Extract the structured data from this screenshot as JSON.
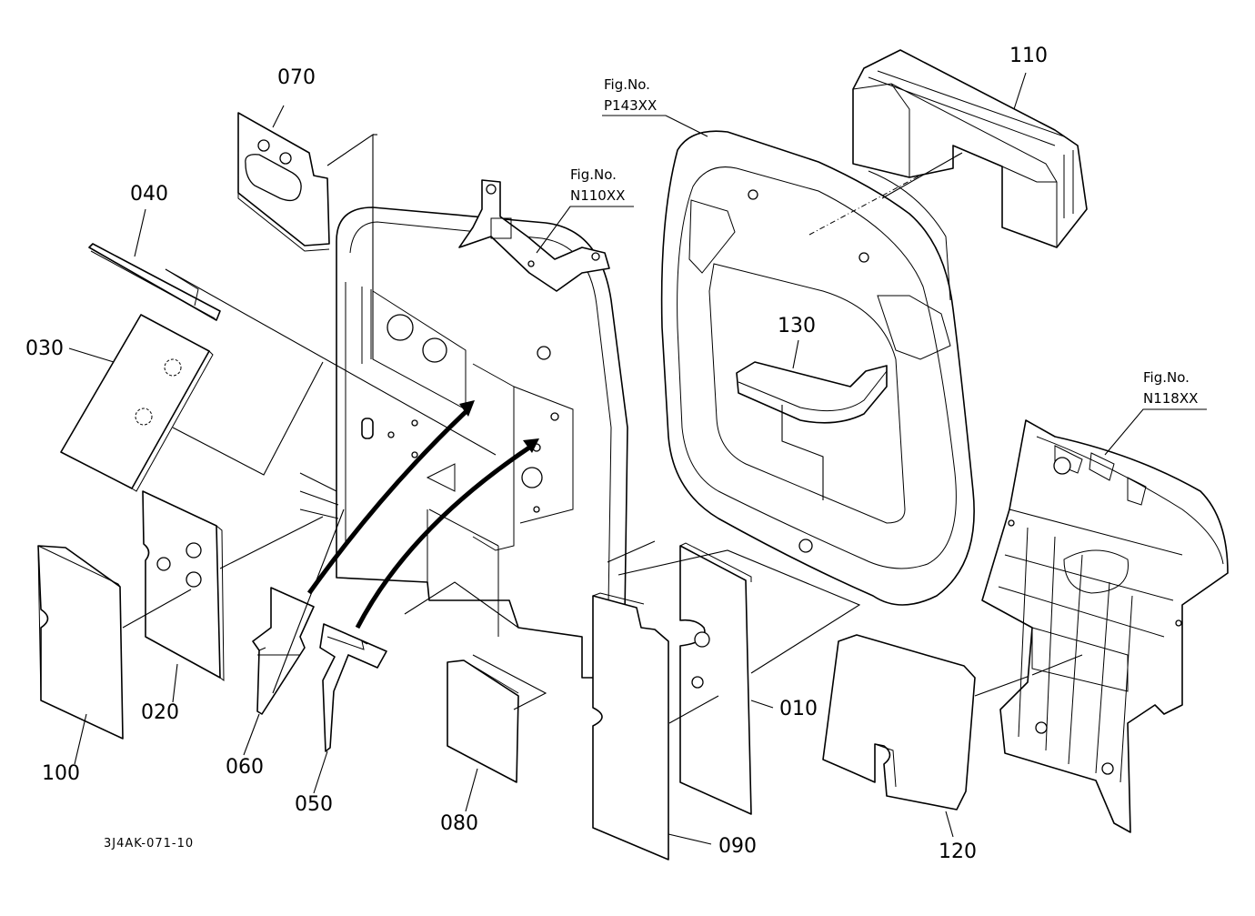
{
  "diagram": {
    "drawing_code": "3J4AK-071-10",
    "parts": {
      "p010": "010",
      "p020": "020",
      "p030": "030",
      "p040": "040",
      "p050": "050",
      "p060": "060",
      "p070": "070",
      "p080": "080",
      "p090": "090",
      "p100": "100",
      "p110": "110",
      "p120": "120",
      "p130": "130"
    },
    "figure_refs": {
      "p143": {
        "title": "Fig.No.",
        "number": "P143XX"
      },
      "n110": {
        "title": "Fig.No.",
        "number": "N110XX"
      },
      "n118": {
        "title": "Fig.No.",
        "number": "N118XX"
      }
    }
  }
}
